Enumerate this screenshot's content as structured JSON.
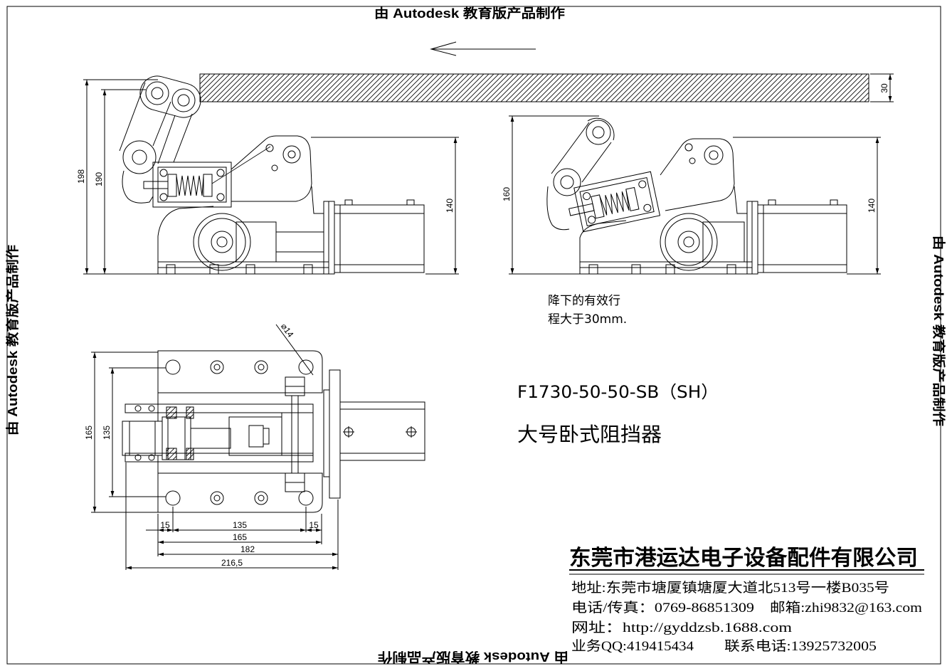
{
  "watermark": "由 Autodesk 教育版产品制作",
  "workpiece": {
    "thickness": "30"
  },
  "raised_view": {
    "total_height": "198",
    "roller_height": "190",
    "body_height": "140"
  },
  "lowered_view": {
    "roller_height": "160",
    "body_height": "140"
  },
  "stroke_note": {
    "line_1": "降下的有效行",
    "line_2": "程大于30mm."
  },
  "top_view": {
    "hole_diameter": "⌀14",
    "plate_width": "165",
    "hole_pitch_y": "135",
    "edge_left": "15",
    "hole_pitch_x": "135",
    "edge_right": "15",
    "plate_length": "165",
    "body_length": "182",
    "overall_length": "216,5"
  },
  "product": {
    "model": "F1730-50-50-SB（SH）",
    "name": "大号卧式阻挡器"
  },
  "company": {
    "name": "东莞市港运达电子设备配件有限公司",
    "address": "地址:东莞市塘厦镇塘厦大道北513号一楼B035号",
    "phone": "电话/传真：0769-86851309",
    "email": "邮箱:zhi9832@163.com",
    "website": "网址：http://gyddzsb.1688.com",
    "qq": "业务QQ:419415434",
    "tel": "联系电话:13925732005"
  }
}
